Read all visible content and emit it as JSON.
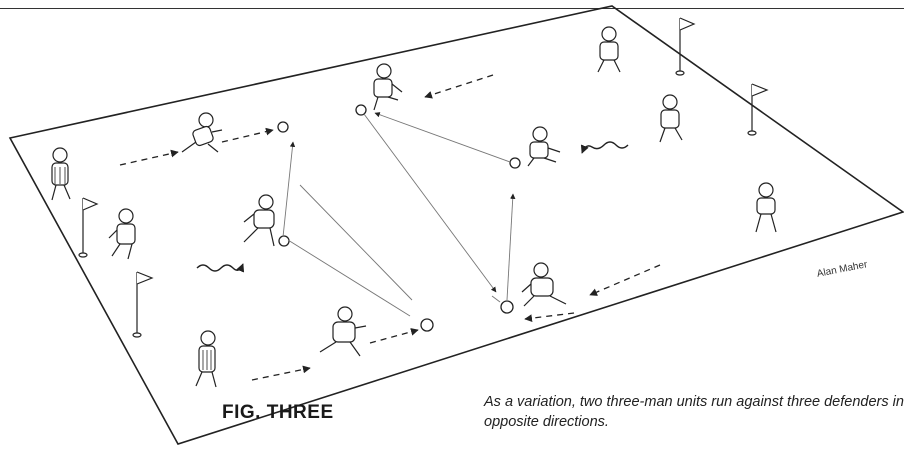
{
  "figure": {
    "title": "FIG. THREE",
    "caption": "As a variation, two three-man units run against three defenders in opposite directions.",
    "signature": "Alan Maher"
  },
  "colors": {
    "ink": "#1a1a1a",
    "paper": "#ffffff"
  },
  "icons": [
    "corner-flag-icon",
    "player-figure-icon",
    "ball-icon"
  ]
}
